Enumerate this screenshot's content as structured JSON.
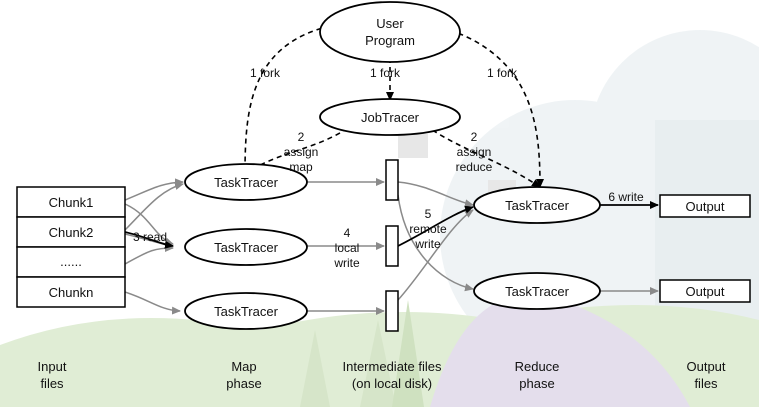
{
  "diagram": {
    "user_program": [
      "User",
      "Program"
    ],
    "job_tracer": "JobTracer",
    "map_tracers": [
      "TaskTracer",
      "TaskTracer",
      "TaskTracer"
    ],
    "reduce_tracers": [
      "TaskTracer",
      "TaskTracer"
    ],
    "chunks": [
      "Chunk1",
      "Chunk2",
      "......",
      "Chunkn"
    ],
    "outputs": [
      "Output",
      "Output"
    ],
    "edges": {
      "fork_left": "1 fork",
      "fork_middle": "1 fork",
      "fork_right": "1 fork",
      "assign_map": [
        "2",
        "assign",
        "map"
      ],
      "assign_reduce": [
        "2",
        "assign",
        "reduce"
      ],
      "read": "3 read",
      "local_write": [
        "4",
        "local",
        "write"
      ],
      "remote_write": [
        "5",
        "remote",
        "write"
      ],
      "write": "6 write"
    },
    "phases": {
      "input": [
        "Input",
        "files"
      ],
      "map": [
        "Map",
        "phase"
      ],
      "intermediate": [
        "Intermediate files",
        "(on local disk)"
      ],
      "reduce": [
        "Reduce",
        "phase"
      ],
      "output": [
        "Output",
        "files"
      ]
    },
    "colors": {
      "background_sky": "#e3ebee",
      "background_green": "#c7dfb3",
      "background_purple": "#cfc4de",
      "dashed_arrow": "#000000",
      "flow_arrow": "#8a8a8a"
    }
  }
}
